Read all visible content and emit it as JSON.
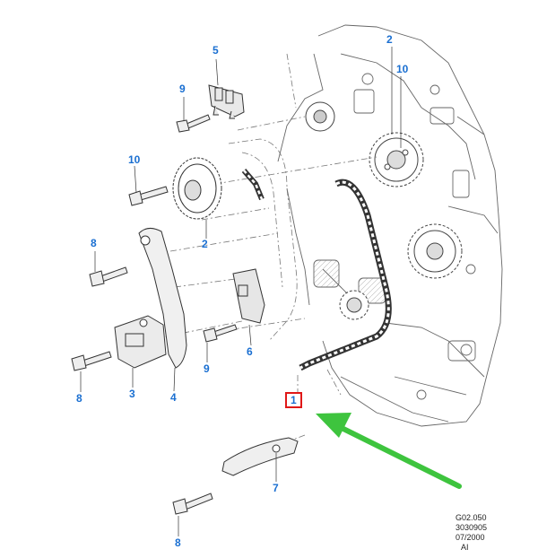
{
  "diagram": {
    "callouts": [
      {
        "id": "c1",
        "label": "1",
        "highlight": true
      },
      {
        "id": "c2a",
        "label": "2"
      },
      {
        "id": "c2b",
        "label": "2"
      },
      {
        "id": "c3",
        "label": "3"
      },
      {
        "id": "c4",
        "label": "4"
      },
      {
        "id": "c5",
        "label": "5"
      },
      {
        "id": "c6",
        "label": "6"
      },
      {
        "id": "c7",
        "label": "7"
      },
      {
        "id": "c8a",
        "label": "8"
      },
      {
        "id": "c8b",
        "label": "8"
      },
      {
        "id": "c8c",
        "label": "8"
      },
      {
        "id": "c9a",
        "label": "9"
      },
      {
        "id": "c9b",
        "label": "9"
      },
      {
        "id": "c10a",
        "label": "10"
      },
      {
        "id": "c10b",
        "label": "10"
      }
    ],
    "reference_code": [
      "G02.050",
      "3030905",
      "07/2000",
      "AI"
    ],
    "colors": {
      "callout_text": "#1a6fd1",
      "highlight_box": "#e01818",
      "arrow": "#3ec43e",
      "line_art": "#555555"
    }
  }
}
